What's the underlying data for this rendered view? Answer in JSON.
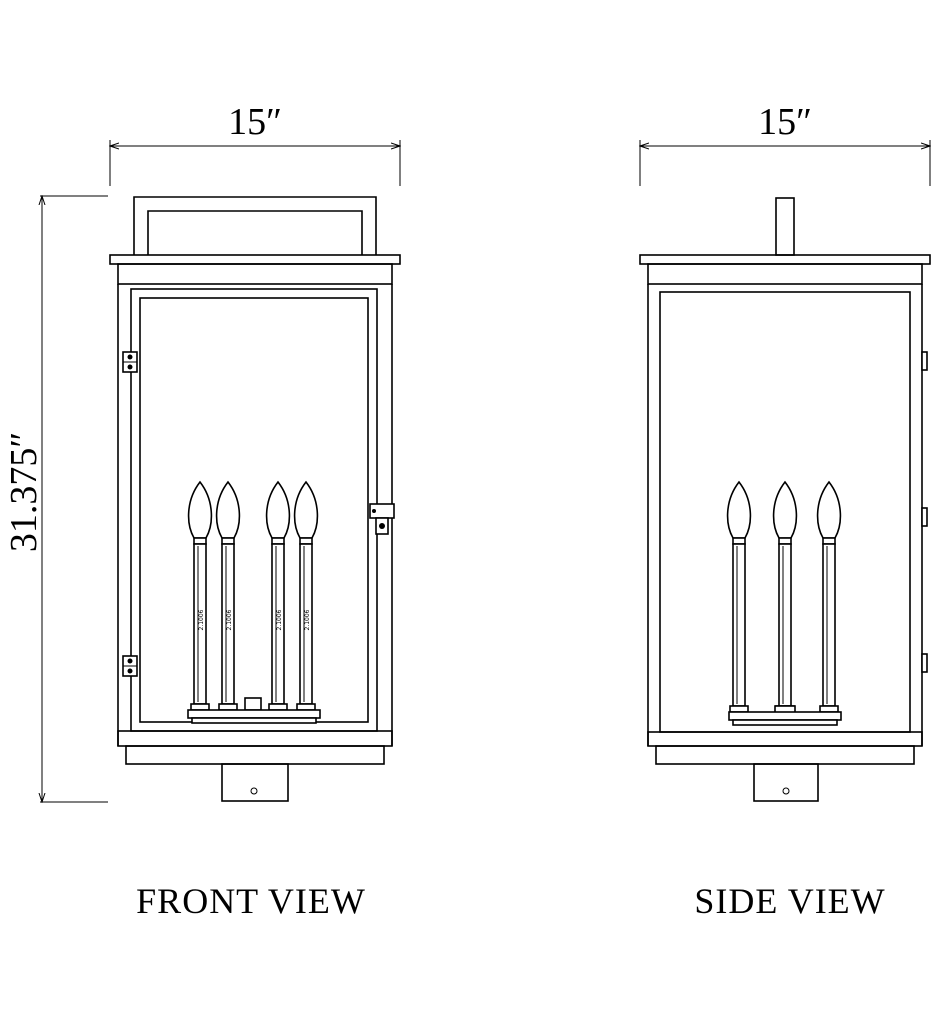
{
  "front_view": {
    "caption": "FRONT VIEW",
    "width_dimension": "15″",
    "height_dimension": "31.375″",
    "candle_marking": "2.1006"
  },
  "side_view": {
    "caption": "SIDE VIEW",
    "width_dimension": "15″"
  }
}
